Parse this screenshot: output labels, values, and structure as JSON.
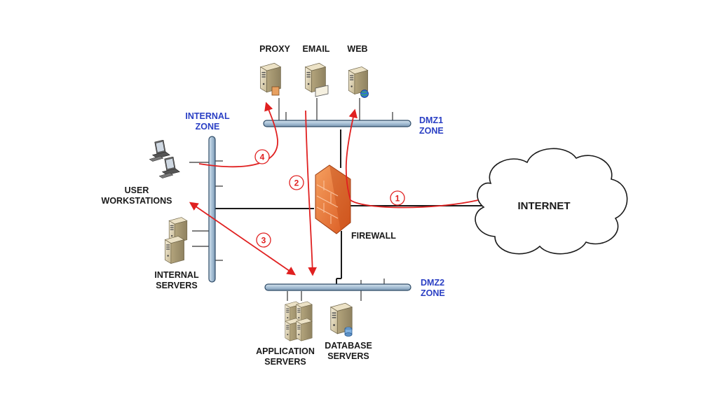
{
  "labels": {
    "proxy": "PROXY",
    "email": "EMAIL",
    "web": "WEB",
    "internal_zone": [
      "INTERNAL",
      "ZONE"
    ],
    "dmz1_zone": [
      "DMZ1",
      "ZONE"
    ],
    "user_workstations": [
      "USER",
      "WORKSTATIONS"
    ],
    "internet": "INTERNET",
    "firewall": "FIREWALL",
    "internal_servers": [
      "INTERNAL",
      "SERVERS"
    ],
    "dmz2_zone": [
      "DMZ2",
      "ZONE"
    ],
    "application_servers": [
      "APPLICATION",
      "SERVERS"
    ],
    "database_servers": [
      "DATABASE",
      "SERVERS"
    ]
  },
  "steps": [
    "1",
    "2",
    "3",
    "4"
  ],
  "colors": {
    "bus_fill": "#a7c0d6",
    "bus_stroke": "#2d4a66",
    "flow_red": "#e02020",
    "label_blue": "#2a3fc4",
    "firewall_orange": "#e8742d"
  }
}
